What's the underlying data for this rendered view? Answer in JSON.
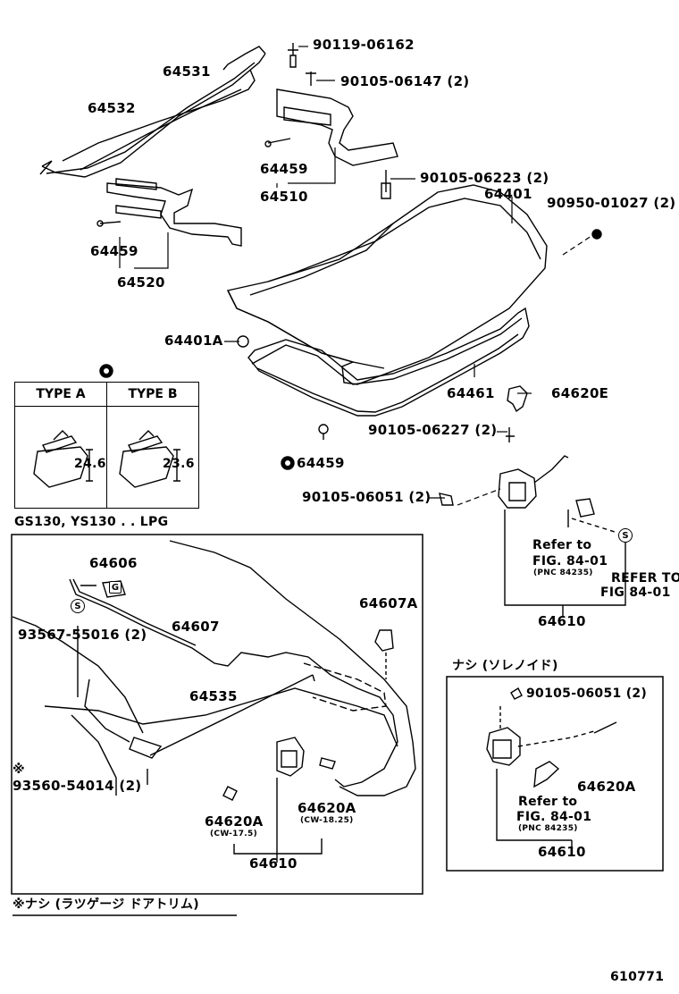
{
  "diagram_id": "610771",
  "parts": {
    "p90119": "90119-06162",
    "p90105_06147": "90105-06147 (2)",
    "p64531": "64531",
    "p64532": "64532",
    "p64459_a": "64459",
    "p64510": "64510",
    "p90105_06223": "90105-06223 (2)",
    "p64401": "64401",
    "p90950": "90950-01027 (2)",
    "p64459_b": "64459",
    "p64520": "64520",
    "p64401A": "64401A",
    "p64461": "64461",
    "p64620E": "64620E",
    "p90105_06227": "90105-06227 (2)",
    "p64459_c": "64459",
    "p90105_06051_a": "90105-06051 (2)",
    "p64610_a": "64610",
    "p64606": "64606",
    "p93567": "93567-55016 (2)",
    "p64607": "64607",
    "p64607A": "64607A",
    "p64535": "64535",
    "p93560": "93560-54014 (2)",
    "p64620A_a": "64620A",
    "p64620A_a_note": "(CW-17.5)",
    "p64620A_b": "64620A",
    "p64620A_b_note": "(CW-18.25)",
    "p64610_b": "64610",
    "p90105_06051_b": "90105-06051 (2)",
    "p64620A_c": "64620A",
    "p64610_c": "64610"
  },
  "type_table": {
    "col_a": "TYPE A",
    "col_b": "TYPE B",
    "dim_a": "24.6",
    "dim_b": "23.6"
  },
  "refs": {
    "refer_to_a": "Refer to",
    "fig_a": "FIG. 84-01",
    "pnc_a": "(PNC 84235)",
    "refer_to_upper": "REFER TO",
    "fig_upper": "FIG 84-01",
    "refer_to_c": "Refer to",
    "fig_c": "FIG. 84-01",
    "pnc_c": "(PNC 84235)"
  },
  "notes": {
    "models": "GS130, YS130 . . LPG",
    "solenoid": "ナシ (ソレノイド)",
    "footnote": "※ナシ (ラツゲージ ドアトリム)",
    "asterisk": "※"
  },
  "symbols": {
    "s": "S",
    "g": "G"
  }
}
